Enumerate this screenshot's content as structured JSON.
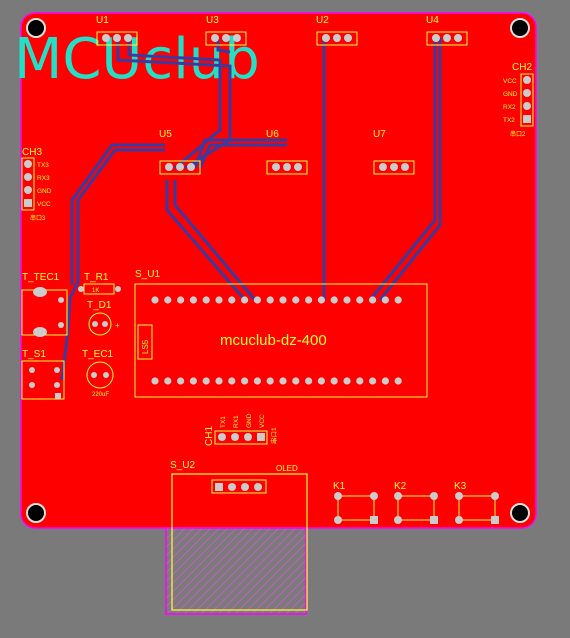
{
  "logo": "MCUclub",
  "board_name": "mcuclub-dz-400",
  "designators": {
    "u1": "U1",
    "u2": "U2",
    "u3": "U3",
    "u4": "U4",
    "u5": "U5",
    "u6": "U6",
    "u7": "U7",
    "ch2": "CH2",
    "ch3": "CH3",
    "ch1": "CH1",
    "s_u1": "S_U1",
    "s_u2": "S_U2",
    "t_tec1": "T_TEC1",
    "t_r1": "T_R1",
    "t_d1": "T_D1",
    "t_s1": "T_S1",
    "t_ec1": "T_EC1",
    "k1": "K1",
    "k2": "K2",
    "k3": "K3",
    "oled": "OLED",
    "ls5": "LS5"
  },
  "pins": {
    "ch2": [
      "VCC",
      "GND",
      "RX2",
      "TX2"
    ],
    "ch3": [
      "TX3",
      "RX3",
      "GND",
      "VCC"
    ],
    "ch1": [
      "TX1",
      "RX1",
      "GND",
      "VCC"
    ],
    "ch1_side": "串口1",
    "ch2_side": "串口2",
    "ch3_side": "串口3"
  },
  "parts": {
    "cap_value": "220uF",
    "res_value": "1K"
  },
  "colors": {
    "board": "#ff0000",
    "background": "#7a7a7a",
    "silkscreen": "#ffff33",
    "trace": "#3a3aa0",
    "outline": "#ff00ff",
    "logo": "#22e0c8"
  }
}
